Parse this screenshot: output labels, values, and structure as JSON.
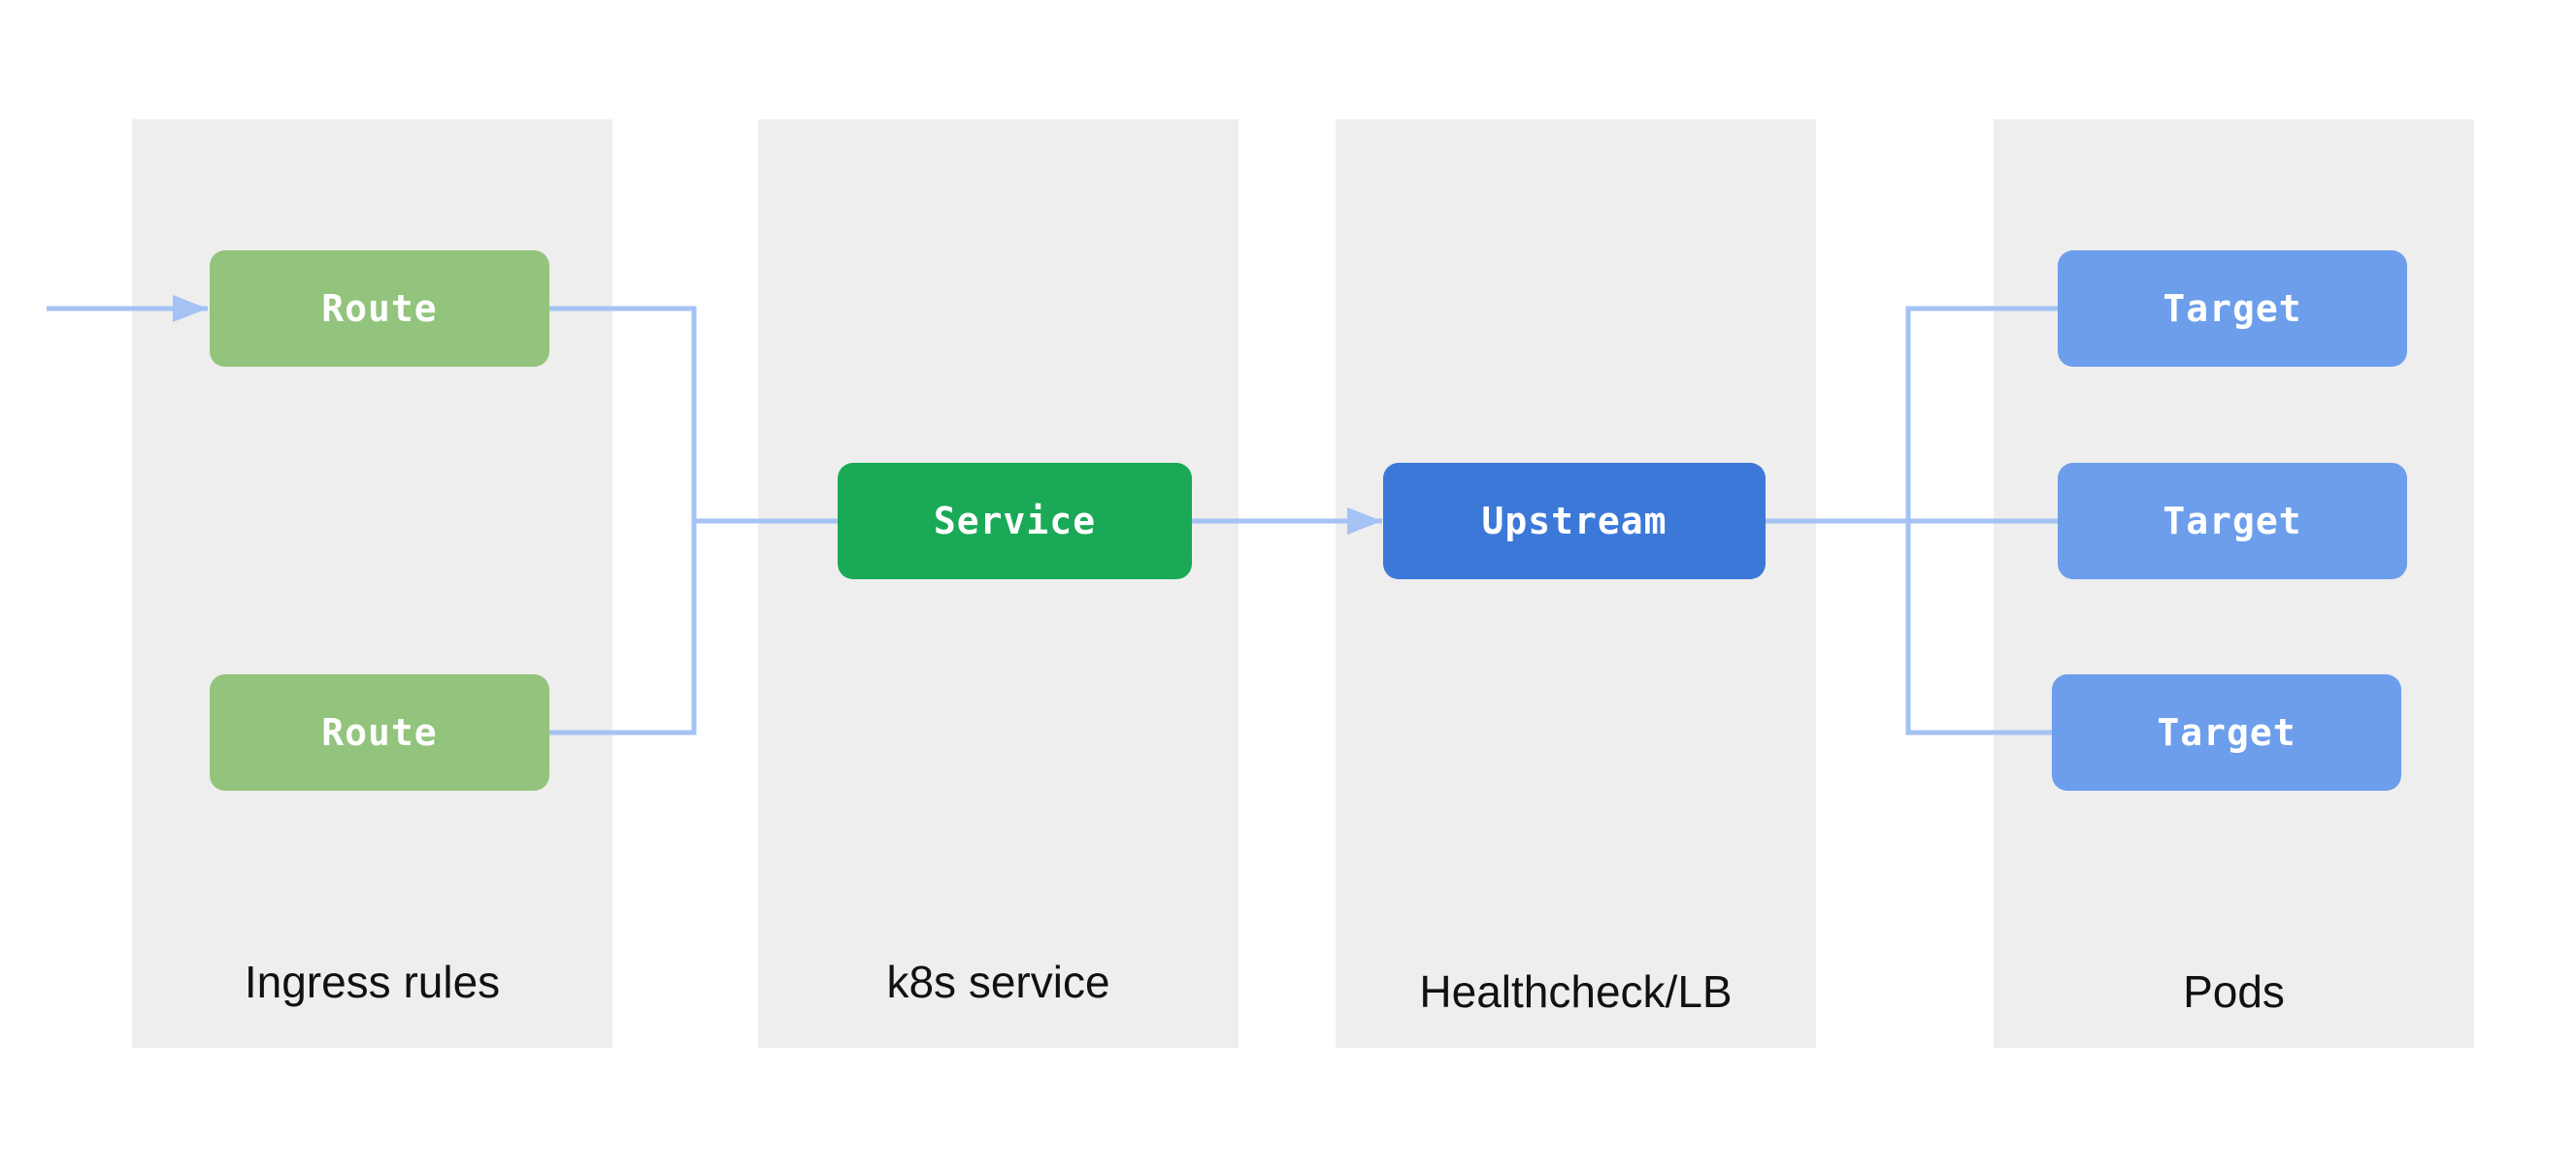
{
  "columns": [
    {
      "id": "ingress",
      "label": "Ingress rules"
    },
    {
      "id": "k8s",
      "label": "k8s service"
    },
    {
      "id": "health",
      "label": "Healthcheck/LB"
    },
    {
      "id": "pods",
      "label": "Pods"
    }
  ],
  "nodes": {
    "route_1": "Route",
    "route_2": "Route",
    "service": "Service",
    "upstream": "Upstream",
    "target_1": "Target",
    "target_2": "Target",
    "target_3": "Target"
  },
  "colors": {
    "column_bg": "#eeeeee",
    "route": "#93c47d",
    "service": "#1aa956",
    "upstream": "#3c78d8",
    "target": "#6d9eeb",
    "connector": "#a4c2f4"
  }
}
